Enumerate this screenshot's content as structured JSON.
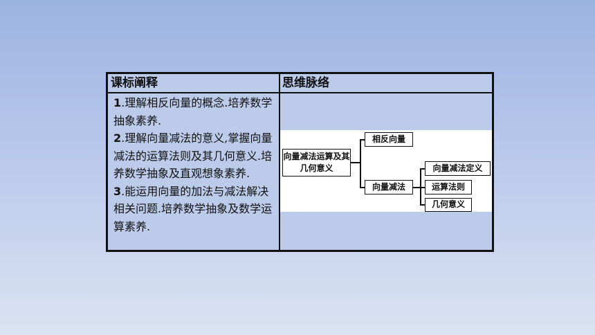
{
  "table": {
    "header_left": "课标阐释",
    "header_right": "思维脉络"
  },
  "objectives": [
    {
      "num": "1",
      "text": ".理解相反向量的概念.培养数学抽象素养."
    },
    {
      "num": "2",
      "text": ".理解向量减法的意义,掌握向量减法的运算法则及其几何意义.培养数学抽象及直观想象素养."
    },
    {
      "num": "3",
      "text": ".能运用向量的加法与减法解决相关问题.培养数学抽象及数学运算素养."
    }
  ],
  "mindmap": {
    "root": "向量减法运算及其几何意义",
    "branch_1": "相反向量",
    "branch_2": "向量减法",
    "sub_1": "向量减法定义",
    "sub_2": "运算法则",
    "sub_3": "几何意义"
  }
}
